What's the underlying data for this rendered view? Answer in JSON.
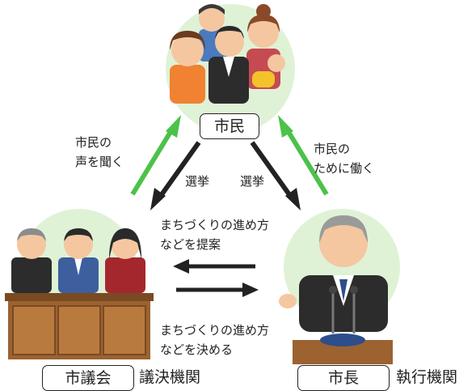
{
  "nodes": {
    "citizens": {
      "label": "市民"
    },
    "council": {
      "label": "市議会",
      "role": "議決機関"
    },
    "mayor": {
      "label": "市長",
      "role": "執行機関"
    }
  },
  "edges": {
    "council_to_citizens": {
      "line1": "市民の",
      "line2": "声を聞く"
    },
    "mayor_to_citizens": {
      "line1": "市民の",
      "line2": "ために働く"
    },
    "citizens_to_council": {
      "label": "選挙"
    },
    "citizens_to_mayor": {
      "label": "選挙"
    },
    "mayor_to_council": {
      "line1": "まちづくりの進め方",
      "line2": "などを提案"
    },
    "council_to_mayor": {
      "line1": "まちづくりの進め方",
      "line2": "などを決める"
    }
  },
  "colors": {
    "green_arrow": "#4cc24a",
    "black_arrow": "#222222",
    "circle_bg": "#dff2d6"
  }
}
